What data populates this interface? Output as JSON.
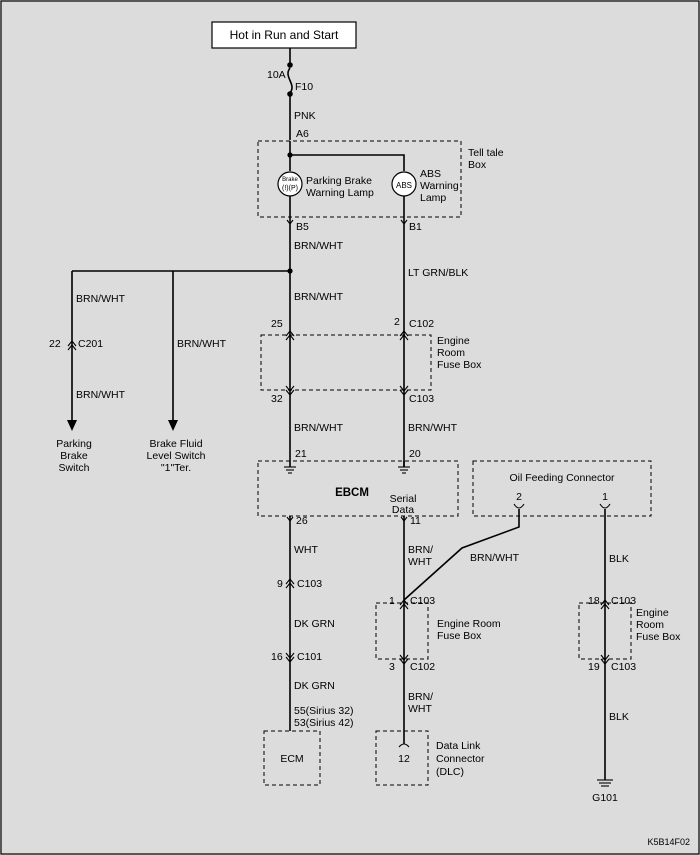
{
  "power": {
    "title": "Hot in Run and Start"
  },
  "fuse": {
    "rating": "10A",
    "name": "F10"
  },
  "wires": {
    "pnk": "PNK",
    "brn_wht_b5": "BRN/WHT",
    "lt_grn_blk": "LT GRN/BLK",
    "brn_wht_branch_left": "BRN/WHT",
    "brn_wht_c201_lower": "BRN/WHT",
    "brn_wht_fluid": "BRN/WHT",
    "brn_wht_to_c102": "BRN/WHT",
    "brn_wht_c103_32": "BRN/WHT",
    "brn_wht_c103_b": "BRN/WHT",
    "wht": "WHT",
    "brn_wht_serial_1": "BRN/",
    "brn_wht_serial_2": "WHT",
    "brn_wht_oil": "BRN/WHT",
    "blk_1": "BLK",
    "dk_grn_1": "DK GRN",
    "dk_grn_2": "DK GRN",
    "brn_wht_dlc_1": "BRN/",
    "brn_wht_dlc_2": "WHT",
    "blk_2": "BLK"
  },
  "telltale": {
    "title_1": "Tell tale",
    "title_2": "Box",
    "pin_in": "A6",
    "pin_b5": "B5",
    "pin_b1": "B1",
    "brake_lamp_1": "Parking Brake",
    "brake_lamp_2": "Warning Lamp",
    "brake_icon_1": "Brake",
    "brake_icon_2": "(!)(P)",
    "abs_icon": "ABS",
    "abs_lamp_1": "ABS",
    "abs_lamp_2": "Warning",
    "abs_lamp_3": "Lamp"
  },
  "c201": {
    "pin": "22",
    "name": "C201"
  },
  "parking_switch": {
    "line1": "Parking",
    "line2": "Brake",
    "line3": "Switch"
  },
  "fluid_switch": {
    "line1": "Brake Fluid",
    "line2": "Level Switch",
    "line3": "\"1\"Ter."
  },
  "fusebox_top": {
    "pin_25": "25",
    "pin_2": "2",
    "c102": "C102",
    "pin_32": "32",
    "c103": "C103",
    "label_1": "Engine",
    "label_2": "Room",
    "label_3": "Fuse Box"
  },
  "ebcm": {
    "title": "EBCM",
    "pin_21": "21",
    "pin_20": "20",
    "pin_26": "26",
    "pin_11": "11",
    "serial_1": "Serial",
    "serial_2": "Data"
  },
  "oil": {
    "title": "Oil Feeding Connector",
    "pin_2": "2",
    "pin_1": "1"
  },
  "c103_9": {
    "pin": "9",
    "name": "C103"
  },
  "c101": {
    "pin": "16",
    "name": "C101"
  },
  "ecm": {
    "title": "ECM",
    "pin_a": "55(Sirius 32)",
    "pin_b": "53(Sirius 42)"
  },
  "fusebox_mid": {
    "pin_1": "1",
    "c103": "C103",
    "pin_3": "3",
    "c102": "C102",
    "label_1": "Engine Room",
    "label_2": "Fuse Box"
  },
  "fusebox_right": {
    "pin_18": "18",
    "c103_top": "C103",
    "pin_19": "19",
    "c103_bottom": "C103",
    "label_1": "Engine",
    "label_2": "Room",
    "label_3": "Fuse Box"
  },
  "dlc": {
    "pin": "12",
    "line1": "Data Link",
    "line2": "Connector",
    "line3": "(DLC)"
  },
  "ground": {
    "name": "G101"
  },
  "figure_id": "K5B14F02"
}
